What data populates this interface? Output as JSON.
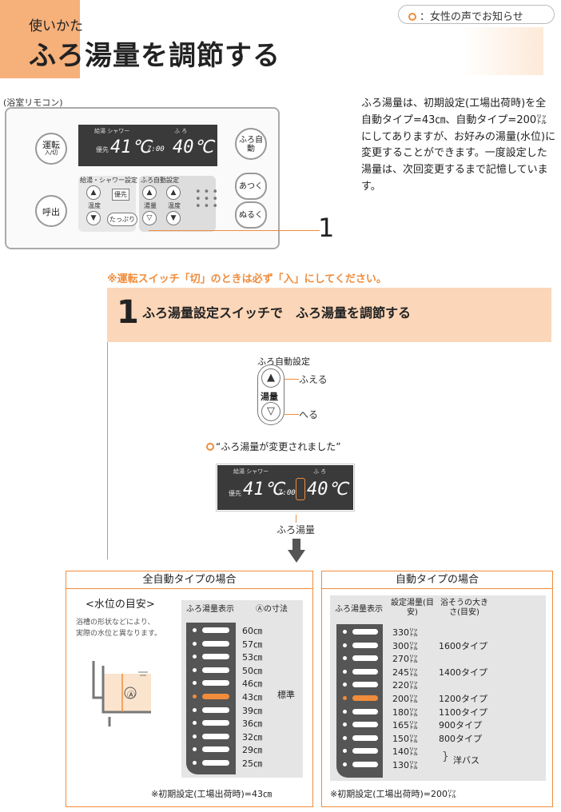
{
  "header": {
    "subtitle": "使いかた",
    "title": "ふろ湯量を調節する",
    "voice_tag": "：女性の声でお知らせ"
  },
  "remote": {
    "caption": "(浴室リモコン)",
    "btn_unten": "運転",
    "btn_unten_sub": "入/切",
    "btn_yobidashi": "呼出",
    "btn_furo_jido": "ふろ自動",
    "btn_atsuku": "あつく",
    "btn_nuruku": "ぬるく",
    "lcd_label_left": "給湯 シャワー",
    "lcd_label_right": "ふ ろ",
    "lcd_priority": "優先",
    "lcd_temp_left": "41℃",
    "lcd_time": "7:00",
    "lcd_temp_right": "40℃",
    "panel_left_label": "給湯・シャワー設定",
    "panel_right_label": "ふろ自動設定",
    "mini_onndo": "温度",
    "mini_yusen": "優先",
    "mini_tappuri": "たっぷり",
    "mini_yuryo": "湯量",
    "mini_onndo2": "温度",
    "callout": "1"
  },
  "description": "ふろ湯量は、初期設定(工場出荷時)を全自動タイプ=43㎝、自動タイプ=200㍑にしてありますが、お好みの湯量(水位)に変更することができます。一度設定した湯量は、次回変更するまで記憶しています。",
  "warning": "※運転スイッチ「切」のときは必ず「入」にしてください。",
  "step": {
    "number": "1",
    "text": "ふろ湯量設定スイッチで　ふろ湯量を調節する"
  },
  "switch": {
    "title": "ふろ自動設定",
    "label": "湯量",
    "up": "ふえる",
    "down": "へる"
  },
  "voice_msg": "“ふろ湯量が変更されました”",
  "lcd2_caption": "ふろ湯量",
  "full_auto": {
    "title": "全自動タイプの場合",
    "water_level_title": "<水位の目安>",
    "water_level_note_1": "浴槽の形状などにより、",
    "water_level_note_2": "実際の水位と異なります。",
    "col1": "ふろ湯量表示",
    "col2": "Ⓐの寸法",
    "values": [
      "60㎝",
      "57㎝",
      "53㎝",
      "50㎝",
      "46㎝",
      "43㎝",
      "39㎝",
      "36㎝",
      "32㎝",
      "29㎝",
      "25㎝"
    ],
    "standard": "標準",
    "marker": "Ⓐ",
    "footnote": "※初期設定(工場出荷時)=43㎝"
  },
  "auto": {
    "title": "自動タイプの場合",
    "col1": "ふろ湯量表示",
    "col2": "設定湯量(目安)",
    "col3": "浴そうの大きさ(目安)",
    "values": [
      "330㍑",
      "300㍑",
      "270㍑",
      "245㍑",
      "220㍑",
      "200㍑",
      "180㍑",
      "165㍑",
      "150㍑",
      "140㍑",
      "130㍑"
    ],
    "sizes": [
      "1600タイプ",
      "1400タイプ",
      "1200タイプ",
      "1100タイプ",
      "900タイプ",
      "800タイプ"
    ],
    "yobath": "洋バス",
    "footnote": "※初期設定(工場出荷時)=200㍑"
  }
}
